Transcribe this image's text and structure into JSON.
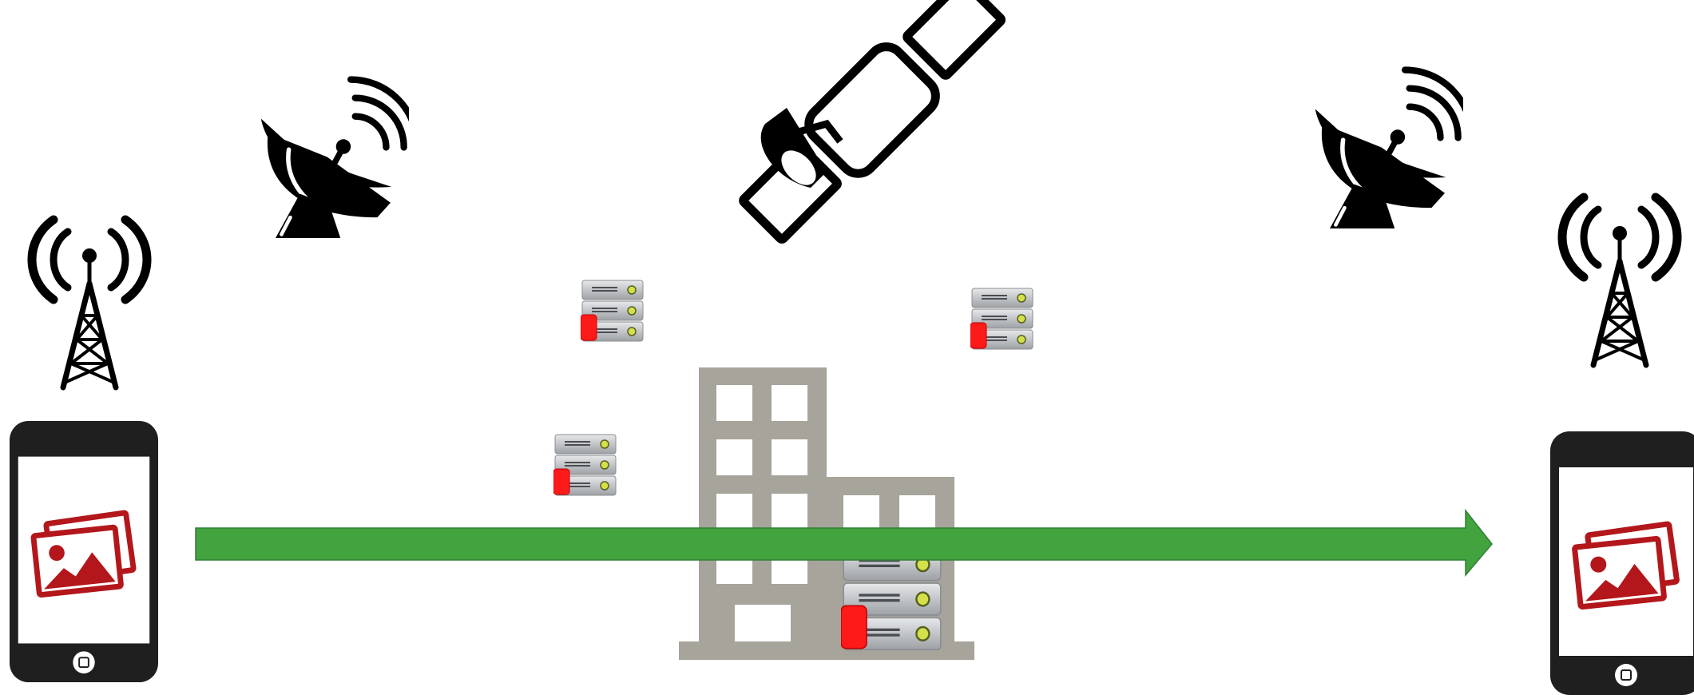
{
  "diagram": {
    "colors": {
      "background": "#ffffff",
      "icon": "#000000",
      "arrow": "#43a33e",
      "arrow_edge": "#2f7f35",
      "building": "#a6a49b",
      "window": "#ffffff",
      "server_body": "#b9bcbf",
      "server_led": "#d4e04a",
      "server_tag": "#ff1a1a",
      "phone_body": "#1f1f1f",
      "phone_screen": "#ffffff",
      "photo_icon": "#b3171b"
    },
    "nodes": [
      {
        "id": "sender-phone",
        "icon": "smartphone-icon"
      },
      {
        "id": "sender-tower",
        "icon": "cell-tower-icon"
      },
      {
        "id": "sender-dish",
        "icon": "satellite-dish-icon"
      },
      {
        "id": "satellite",
        "icon": "satellite-icon"
      },
      {
        "id": "receiver-dish",
        "icon": "satellite-dish-icon"
      },
      {
        "id": "receiver-tower",
        "icon": "cell-tower-icon"
      },
      {
        "id": "receiver-phone",
        "icon": "smartphone-icon"
      },
      {
        "id": "edge-server-1",
        "icon": "server-icon"
      },
      {
        "id": "edge-server-2",
        "icon": "server-icon"
      },
      {
        "id": "edge-server-3",
        "icon": "server-icon"
      },
      {
        "id": "datacenter",
        "icon": "building-icon"
      },
      {
        "id": "datacenter-server",
        "icon": "server-icon"
      }
    ],
    "flow": {
      "from": "sender-phone",
      "to": "receiver-phone",
      "icon": "arrow-right-icon"
    }
  }
}
